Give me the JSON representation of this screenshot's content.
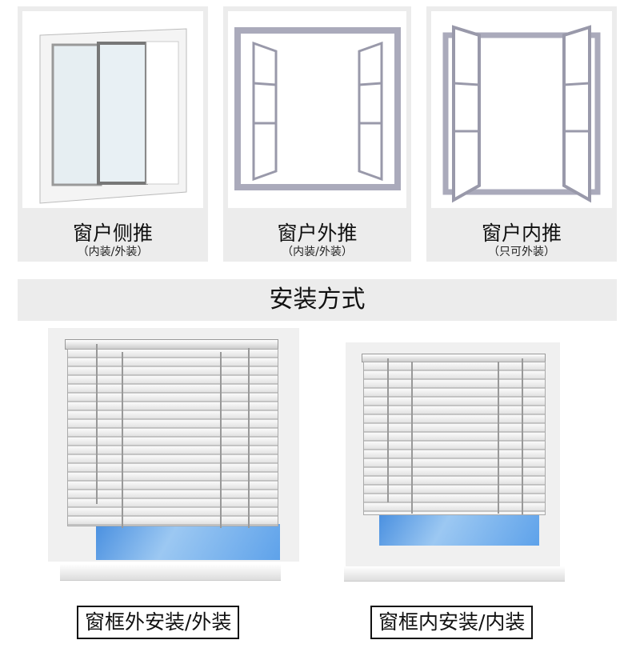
{
  "window_types": [
    {
      "title": "窗户侧推",
      "subtitle": "（内装/外装）"
    },
    {
      "title": "窗户外推",
      "subtitle": "（内装/外装）"
    },
    {
      "title": "窗户内推",
      "subtitle": "（只可外装）"
    }
  ],
  "section_title": "安装方式",
  "install_methods": [
    {
      "label": "窗框外安装/外装"
    },
    {
      "label": "窗框内安装/内装"
    }
  ]
}
